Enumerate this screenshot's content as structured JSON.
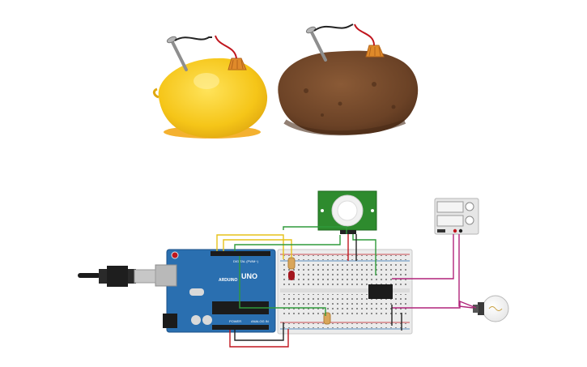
{
  "arduino": {
    "brand": "ARDUINO",
    "model": "UNO",
    "digital_label": "DIGITAL (PWM~)",
    "power_label": "POWER",
    "analog_label": "ANALOG IN"
  },
  "colors": {
    "background": "#ffffff",
    "arduino_board": "#2a6fb0",
    "breadboard": "#e8e8e8",
    "pir_board": "#2e8b2e",
    "lemon": "#f5c518",
    "potato": "#6b4226",
    "wire_red": "#c0161e",
    "wire_black": "#222222",
    "wire_yellow": "#e6c21a",
    "wire_green": "#2f9a3a",
    "wire_magenta": "#b0247a"
  },
  "icons": [
    "lemon-battery-icon",
    "potato-battery-icon",
    "nail-electrode-icon",
    "copper-coin-electrode-icon",
    "pir-sensor-icon",
    "power-supply-icon",
    "light-bulb-icon",
    "usb-cable-icon",
    "relay-icon",
    "led-icon",
    "resistor-icon"
  ]
}
